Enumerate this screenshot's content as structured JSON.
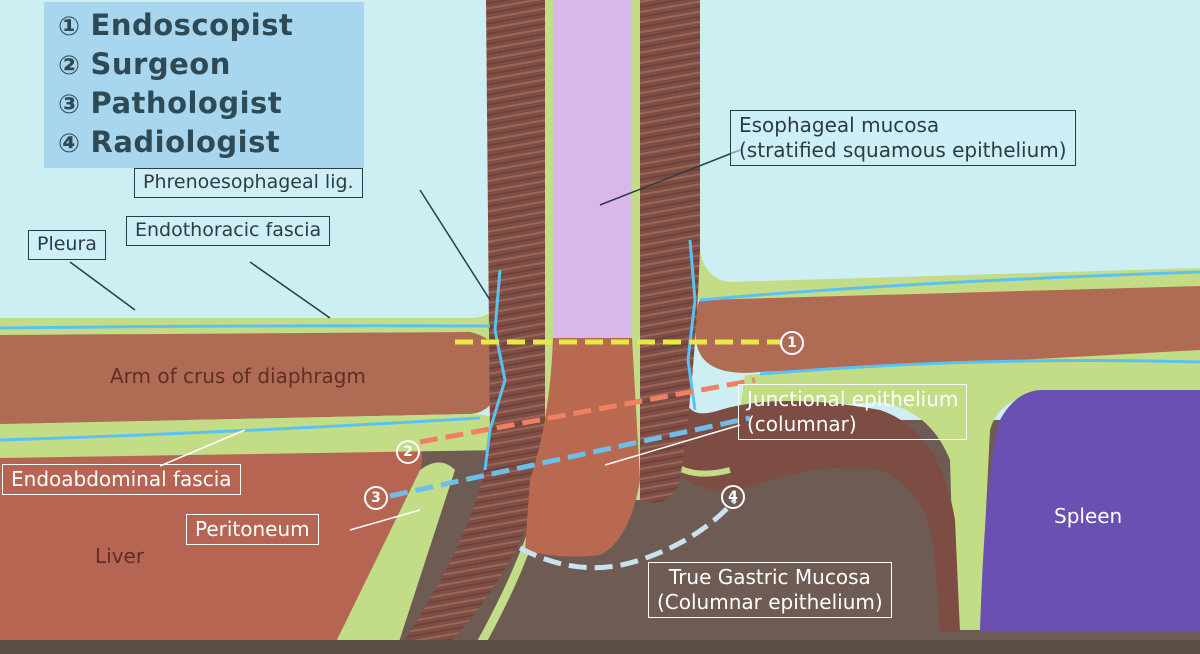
{
  "legend": {
    "items": [
      {
        "num": "①",
        "label": "Endoscopist"
      },
      {
        "num": "②",
        "label": "Surgeon"
      },
      {
        "num": "③",
        "label": "Pathologist"
      },
      {
        "num": "④",
        "label": "Radiologist"
      }
    ]
  },
  "labels": {
    "phrenoesophageal": "Phrenoesophageal lig.",
    "pleura": "Pleura",
    "endothoracic": "Endothoracic fascia",
    "esophageal_mucosa_1": "Esophageal mucosa",
    "esophageal_mucosa_2": "(stratified squamous epithelium)",
    "crus": "Arm of crus of diaphragm",
    "endoabdominal": "Endoabdominal fascia",
    "peritoneum": "Peritoneum",
    "liver": "Liver",
    "junctional_1": "Junctional epithelium",
    "junctional_2": "(columnar)",
    "spleen": "Spleen",
    "true_gastric_1": "True Gastric Mucosa",
    "true_gastric_2": "(Columnar epithelium)"
  },
  "markers": {
    "m1": "1",
    "m2": "2",
    "m3": "3",
    "m4": "4"
  },
  "colors": {
    "background": "#cdeef3",
    "muscle": "#b06b55",
    "fascia": "#c3dc86",
    "esophagus_wall": "#7d4d44",
    "lumen": "#d9b7ea",
    "spleen": "#6a50b3",
    "stomach": "#6f5b52",
    "line_endoscopist": "#e7ea45",
    "line_surgeon": "#ef8062",
    "line_pathologist": "#6fbde9",
    "line_radiologist": "#c8e2ef",
    "pleura_line": "#5bc2f0"
  }
}
